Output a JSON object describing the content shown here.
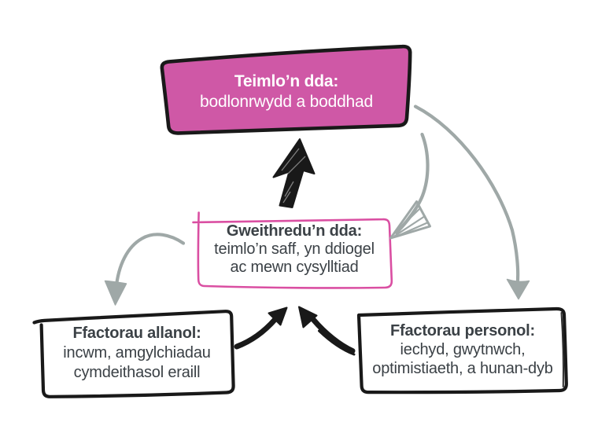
{
  "colors": {
    "background": "#ffffff",
    "box_pink_fill": "#cf58a6",
    "box_pink_border": "#da4fa2",
    "outline_black": "#191919",
    "arrow_gray": "#9fa8a7",
    "text_dark": "#3b4146",
    "text_white": "#ffffff"
  },
  "boxes": {
    "top": {
      "title": "Teimlo’n dda:",
      "line2": "bodlonrwydd a boddhad"
    },
    "middle": {
      "title": "Gweithredu’n dda:",
      "line2": "teimlo’n saff, yn ddiogel",
      "line3": "ac mewn cysylltiad"
    },
    "bottom_left": {
      "title": "Ffactorau allanol:",
      "line2": "incwm, amgylchiadau",
      "line3": "cymdeithasol eraill"
    },
    "bottom_right": {
      "title": "Ffactorau personol:",
      "line2": "iechyd, gwytnwch,",
      "line3": "optimistiaeth, a hunan-dyb"
    }
  },
  "arrows": [
    {
      "name": "middle-to-top",
      "style": "black-sketch-up",
      "from": "middle",
      "to": "top"
    },
    {
      "name": "top-to-middle",
      "style": "gray-curve",
      "from": "top",
      "to": "middle"
    },
    {
      "name": "top-to-bottom-right",
      "style": "gray-curve",
      "from": "top",
      "to": "bottom_right"
    },
    {
      "name": "middle-to-bottom-left",
      "style": "gray-curve",
      "from": "middle",
      "to": "bottom_left"
    },
    {
      "name": "bottom-left-to-middle",
      "style": "black-curve",
      "from": "bottom_left",
      "to": "middle"
    },
    {
      "name": "bottom-right-to-middle",
      "style": "black-curve",
      "from": "bottom_right",
      "to": "middle"
    }
  ]
}
